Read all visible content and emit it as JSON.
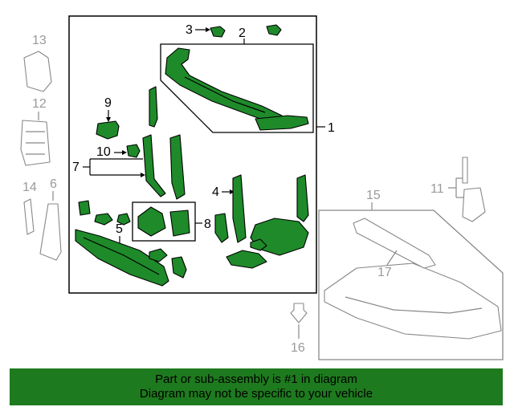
{
  "callouts": {
    "c1": "1",
    "c2": "2",
    "c3": "3",
    "c4": "4",
    "c5": "5",
    "c6": "6",
    "c7": "7",
    "c8": "8",
    "c9": "9",
    "c10": "10",
    "c11": "11",
    "c12": "12",
    "c13": "13",
    "c14": "14",
    "c15": "15",
    "c16": "16",
    "c17": "17"
  },
  "banner": {
    "line1": "Part or sub-assembly is #1 in diagram",
    "line2": "Diagram may not be specific to your vehicle"
  },
  "colors": {
    "highlight_part": "#1f8a2a",
    "banner_bg": "#1e7a1e",
    "unselected_part": "#888888"
  }
}
